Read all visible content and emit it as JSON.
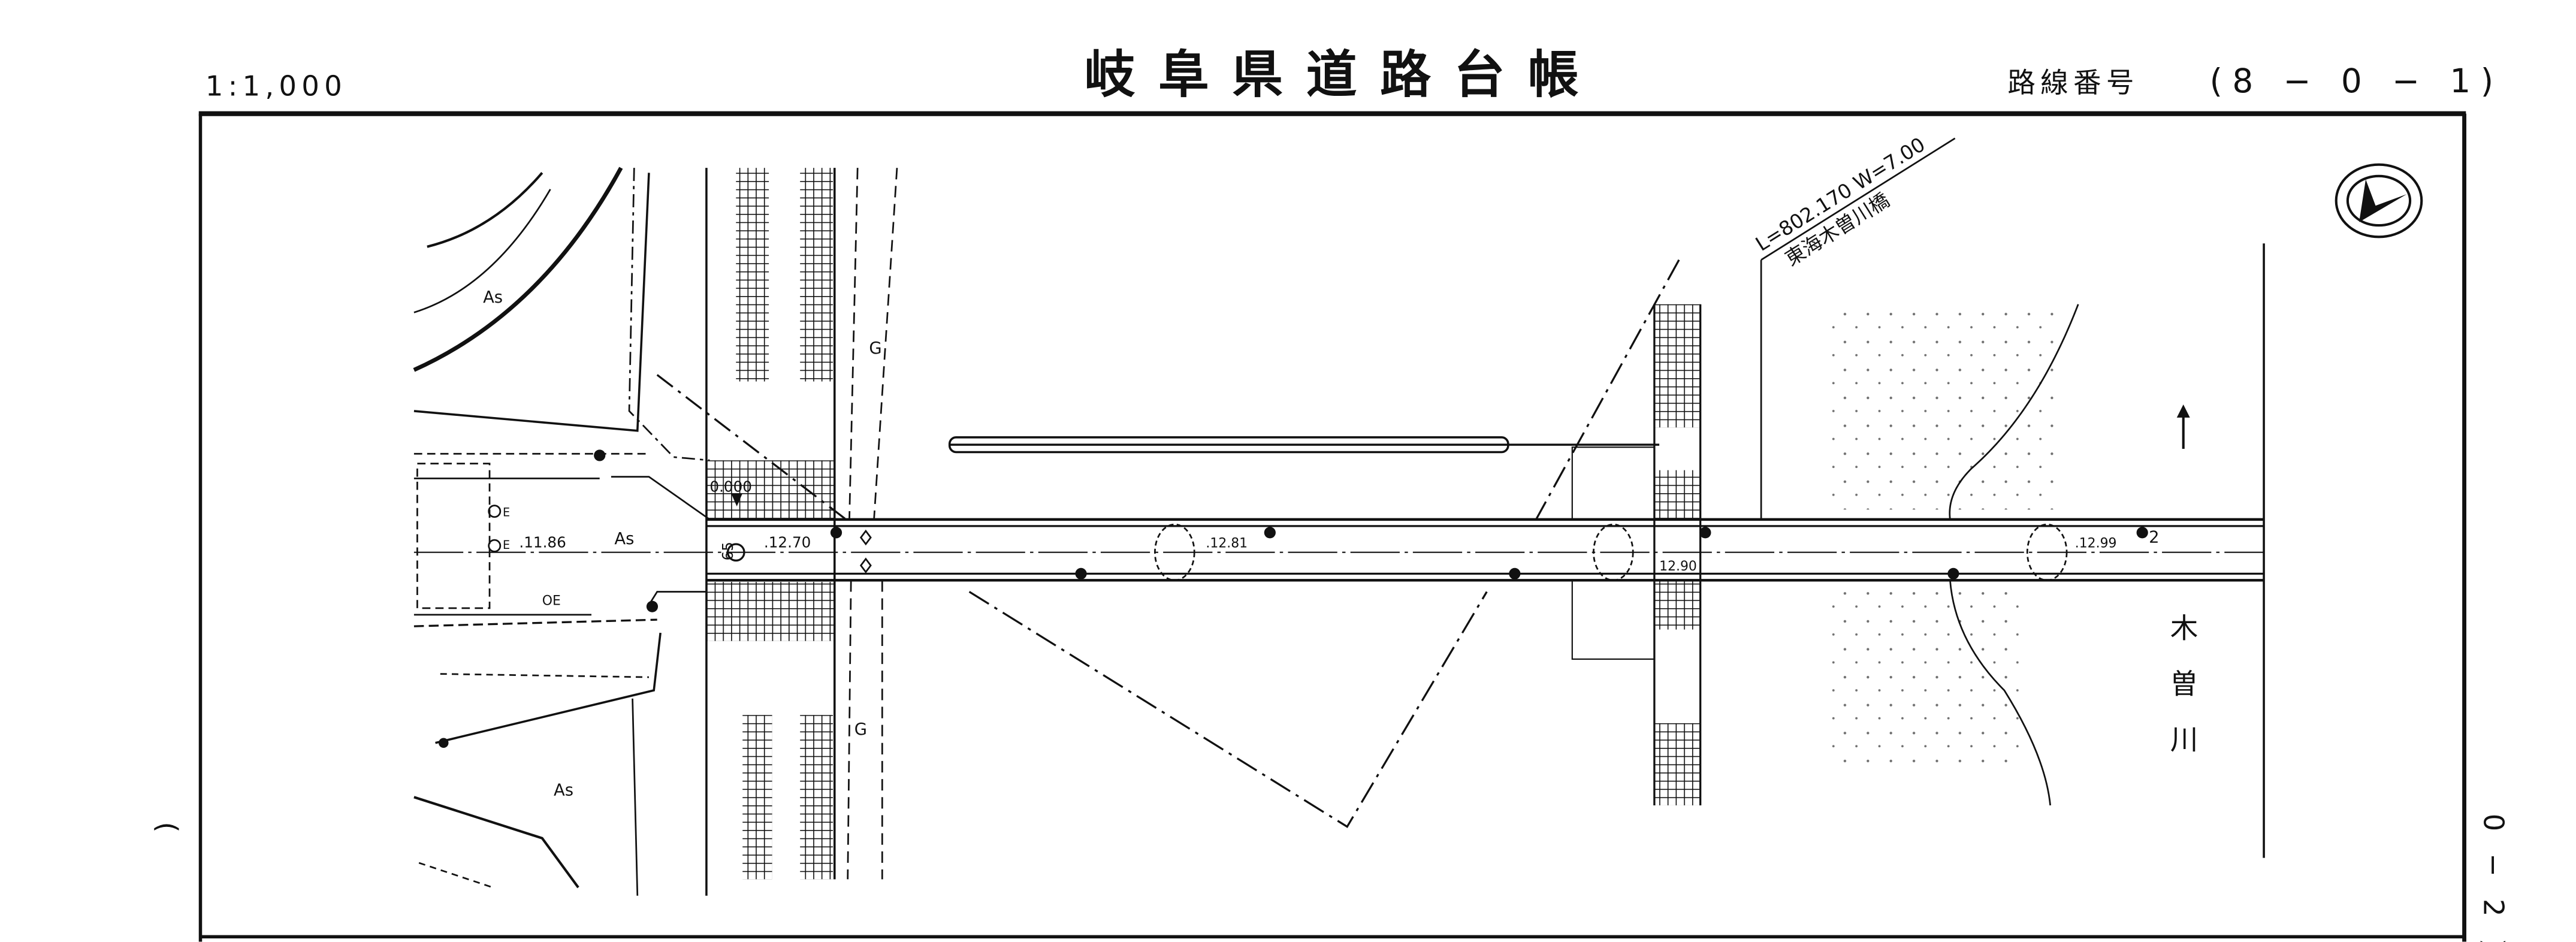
{
  "header": {
    "scale": "1:1,000",
    "title": "岐阜県道路台帳",
    "route_label": "路線番号",
    "route_number": "(8 − 0 − 1)"
  },
  "side_marks": {
    "left": "(",
    "right": "0 − 2 )"
  },
  "map": {
    "bridge_length": "L=802.170  W=7.00",
    "bridge_name": "東海木曽川橋",
    "river_chars": [
      "木",
      "曽",
      "川"
    ],
    "surface_labels": [
      "As",
      "As",
      "As"
    ],
    "gravel_labels": [
      "G",
      "G"
    ],
    "elevations": [
      ".11.86",
      ".12.70",
      ".12.81",
      "12.90",
      ".12.99"
    ],
    "start_point": "0.000",
    "marker_65": "65",
    "end_marker": "2",
    "e_labels": [
      "E",
      "E",
      "OE"
    ]
  },
  "colors": {
    "ink": "#111111",
    "paper": "#ffffff"
  }
}
